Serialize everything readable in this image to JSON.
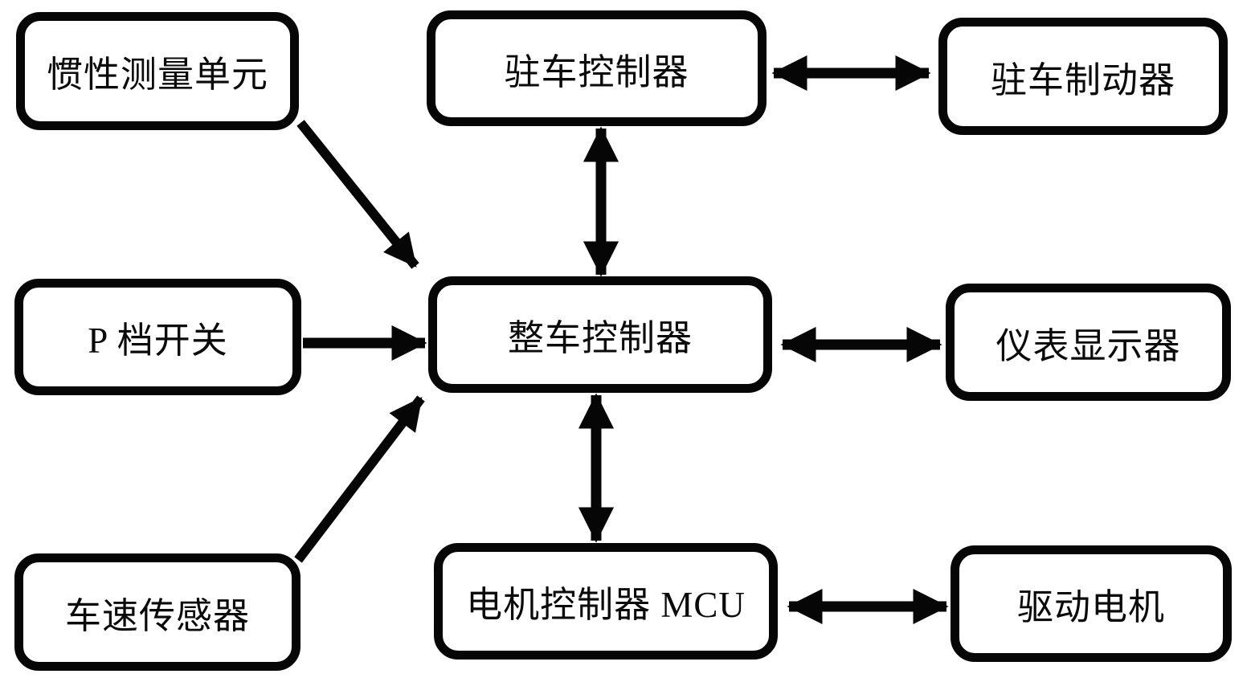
{
  "diagram": {
    "type": "block-diagram",
    "colors": {
      "background": "#ffffff",
      "line": "#060606",
      "box_fill": "#ffffff",
      "text": "#0a0a0a"
    },
    "nodes": {
      "imu": {
        "label": "惯性测量单元"
      },
      "parking_controller": {
        "label": "驻车控制器"
      },
      "parking_brake": {
        "label": "驻车制动器"
      },
      "p_gear_switch": {
        "label": "P 档开关"
      },
      "vehicle_controller": {
        "label": "整车控制器"
      },
      "instrument_display": {
        "label": "仪表显示器"
      },
      "speed_sensor": {
        "label": "车速传感器"
      },
      "motor_controller": {
        "label": "电机控制器 MCU"
      },
      "drive_motor": {
        "label": "驱动电机"
      }
    },
    "edges": [
      {
        "from": "惯性测量单元",
        "to": "整车控制器",
        "direction": "one-way"
      },
      {
        "from": "P 档开关",
        "to": "整车控制器",
        "direction": "one-way"
      },
      {
        "from": "车速传感器",
        "to": "整车控制器",
        "direction": "one-way"
      },
      {
        "from": "驻车控制器",
        "to": "整车控制器",
        "direction": "two-way"
      },
      {
        "from": "驻车控制器",
        "to": "驻车制动器",
        "direction": "two-way"
      },
      {
        "from": "整车控制器",
        "to": "仪表显示器",
        "direction": "two-way"
      },
      {
        "from": "整车控制器",
        "to": "电机控制器 MCU",
        "direction": "two-way"
      },
      {
        "from": "电机控制器 MCU",
        "to": "驱动电机",
        "direction": "two-way"
      }
    ]
  }
}
